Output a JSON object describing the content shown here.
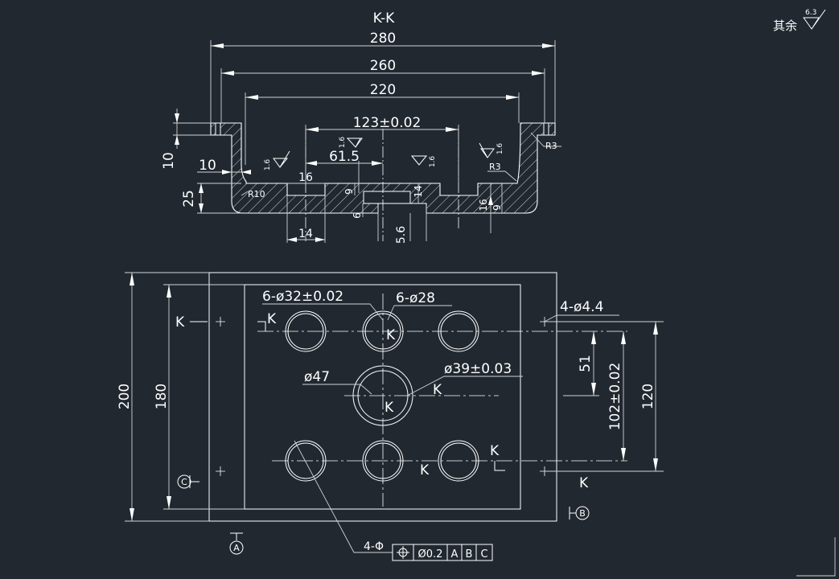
{
  "title": "K-K",
  "surface_finish": {
    "note": "其余",
    "value": "6.3"
  },
  "section": {
    "dims": {
      "d280": "280",
      "d260": "260",
      "d220": "220",
      "d123": "123±0.02",
      "d615": "61.5",
      "d10v": "10",
      "d10h": "10",
      "d25": "25",
      "d16a": "16",
      "d16b": "16",
      "d14a": "14",
      "d14b": "14",
      "d9a": "9",
      "d9b": "9",
      "d6": "6",
      "d56": "5.6"
    },
    "radii": {
      "r10": "R10",
      "r3a": "R3",
      "r3b": "R3"
    },
    "roughness": [
      "1.6",
      "1.6",
      "1.6",
      "1.6"
    ]
  },
  "plan": {
    "dims": {
      "d200": "200",
      "d180": "180",
      "d51": "51",
      "d102": "102±0.02",
      "d120": "120"
    },
    "callouts": {
      "holes_32": "6-ø32±0.02",
      "holes_28": "6-ø28",
      "holes_44": "4-ø4.4",
      "hole_47": "ø47",
      "hole_39": "ø39±0.03"
    },
    "section_marks": [
      "K",
      "K",
      "K",
      "K",
      "K",
      "K",
      "K",
      "K"
    ],
    "datums": {
      "a": "A",
      "b": "B",
      "c": "C"
    },
    "tolerance_frame": {
      "lead": "4-Φ",
      "symbol": "⌖",
      "value": "Ø0.2",
      "ref1": "A",
      "ref2": "B",
      "ref3": "C"
    }
  },
  "colors": {
    "background": "#212830",
    "lines": "#ffffff"
  }
}
